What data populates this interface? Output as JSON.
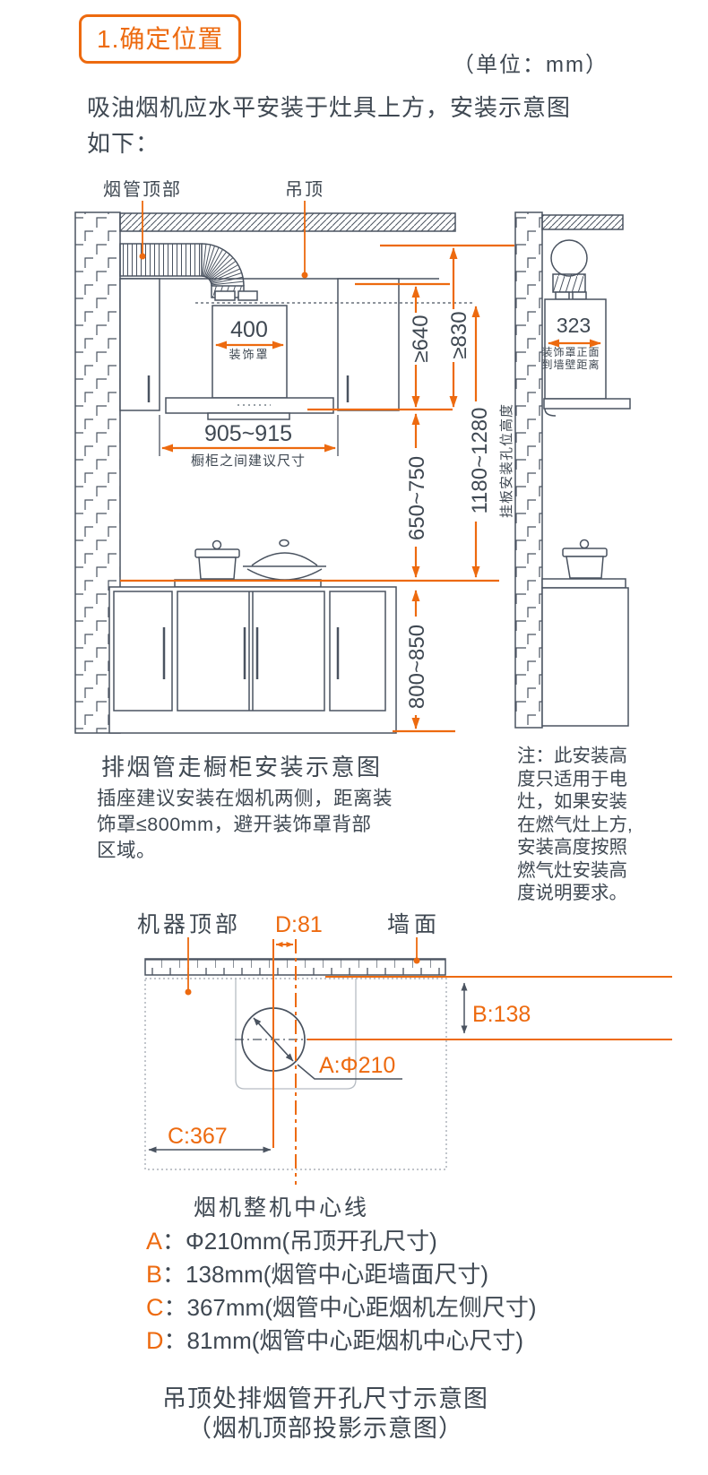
{
  "colors": {
    "accent": "#ED6A0F",
    "line": "#4A5360",
    "text": "#3F4852"
  },
  "header": {
    "section_title": "1.确定位置",
    "unit_label": "（单位：mm）",
    "intro_lines": [
      "吸油烟机应水平安装于灶具上方，安装示意图",
      "如下："
    ]
  },
  "install_diagram": {
    "labels": {
      "duct_top": "烟管顶部",
      "ceiling": "吊顶"
    },
    "dims": {
      "hood_width": "400",
      "hood_width_note": "装饰罩",
      "cabinet_gap": "905~915",
      "cabinet_gap_note": "橱柜之间建议尺寸",
      "min_640": "≥640",
      "min_830": "≥830",
      "hood_height": "650~750",
      "counter_height": "800~850",
      "plate_height": "1180~1280",
      "plate_height_note": "挂板安装孔位高度",
      "side_depth": "323",
      "side_depth_note_lines": [
        "装饰罩正面",
        "到墙壁距离"
      ]
    },
    "caption": "排烟管走橱柜安装示意图",
    "socket_note_lines": [
      "插座建议安装在烟机两侧，距离装",
      "饰罩≤800mm，避开装饰罩背部",
      "区域。"
    ],
    "side_note_lines": [
      "注：此安装高",
      "度只适用于电",
      "灶，如果安装",
      "在燃气灶上方,",
      "安装高度按照",
      "燃气灶安装高",
      "度说明要求。"
    ]
  },
  "projection_diagram": {
    "labels": {
      "machine_top": "机器顶部",
      "wall": "墙面",
      "centerline": "烟机整机中心线"
    },
    "dims": {
      "a": "A:Φ210",
      "b": "B:138",
      "c": "C:367",
      "d": "D:81"
    },
    "legend": [
      {
        "letter": "A",
        "colon": "：",
        "text": "Φ210mm(吊顶开孔尺寸)"
      },
      {
        "letter": "B",
        "colon": "：",
        "text": "138mm(烟管中心距墙面尺寸)"
      },
      {
        "letter": "C",
        "colon": "：",
        "text": "367mm(烟管中心距烟机左侧尺寸)"
      },
      {
        "letter": "D",
        "colon": "：",
        "text": "81mm(烟管中心距烟机中心尺寸)"
      }
    ],
    "captions": [
      "吊顶处排烟管开孔尺寸示意图",
      "（烟机顶部投影示意图）"
    ]
  }
}
